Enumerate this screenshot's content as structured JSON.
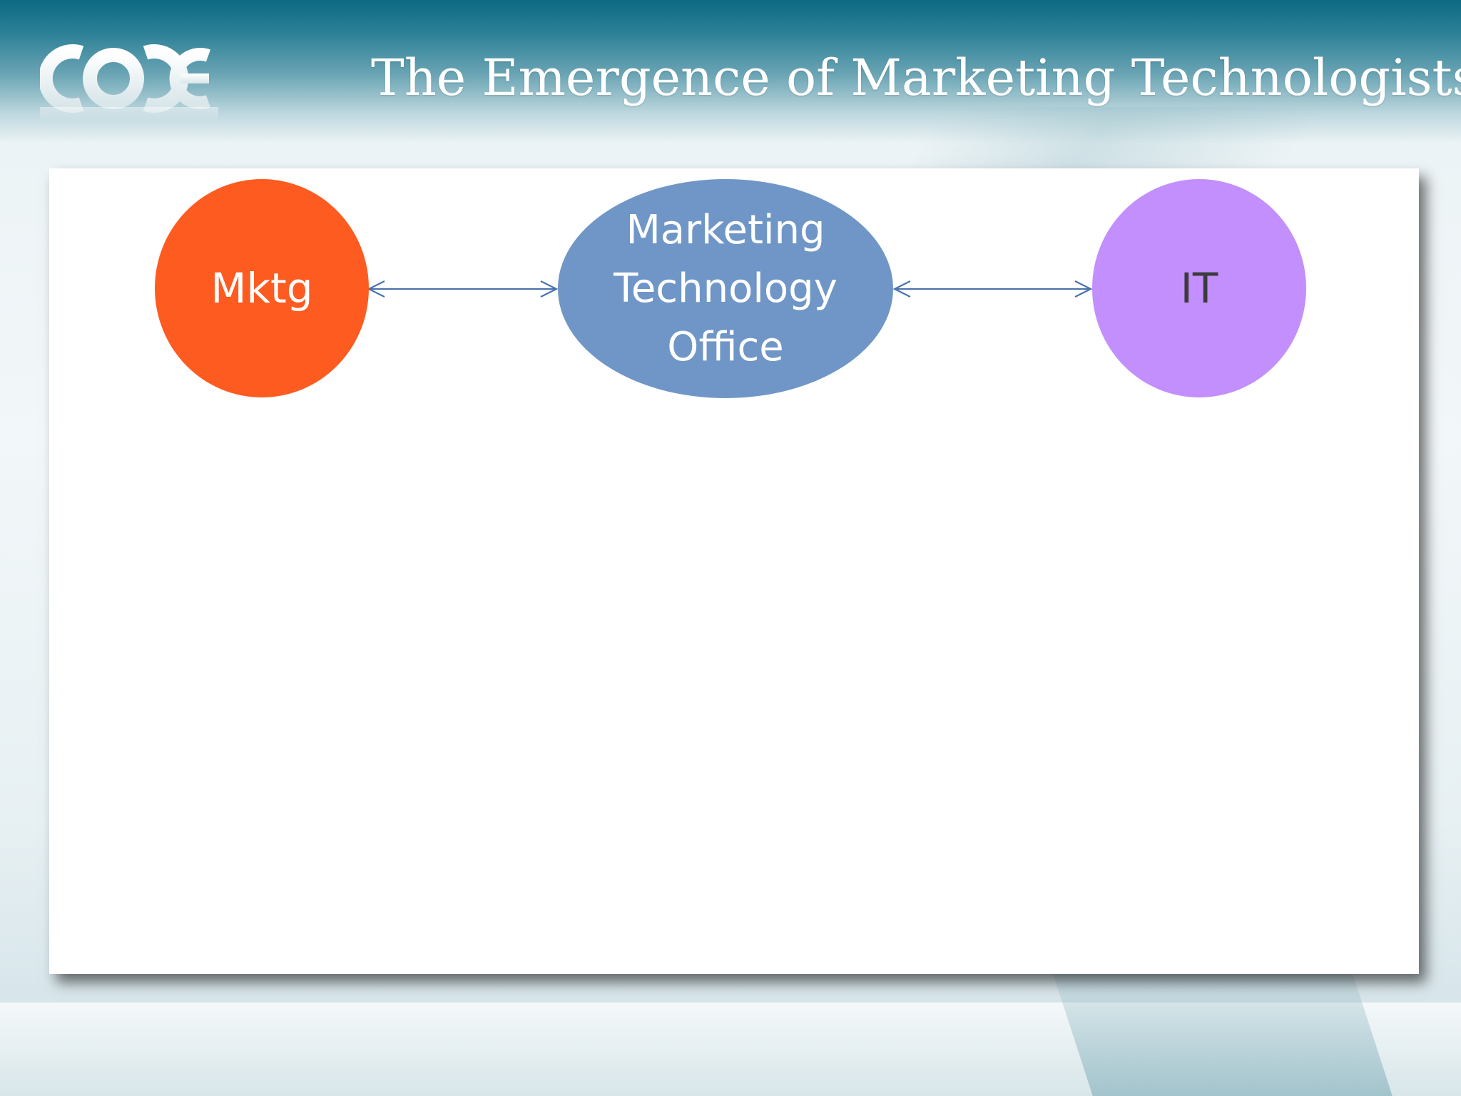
{
  "slide": {
    "title": "The Emergence of Marketing Technologists",
    "logo_text": "CODE"
  },
  "diagram": {
    "nodes": [
      {
        "id": "mktg",
        "label": "Mktg",
        "color": "#fe5b20",
        "text_color": "#ffffff"
      },
      {
        "id": "mto",
        "label": "Marketing\nTechnology\nOffice",
        "color": "#6f96c6",
        "text_color": "#ffffff"
      },
      {
        "id": "it",
        "label": "IT",
        "color": "#c28ffc",
        "text_color": "#3b3b3b"
      }
    ],
    "edges": [
      {
        "from": "mktg",
        "to": "mto",
        "direction": "both"
      },
      {
        "from": "mto",
        "to": "it",
        "direction": "both"
      }
    ],
    "edge_color": "#4a73ad"
  },
  "colors": {
    "header": "#0d6983",
    "background": "#eef4f6",
    "canvas": "#ffffff"
  }
}
